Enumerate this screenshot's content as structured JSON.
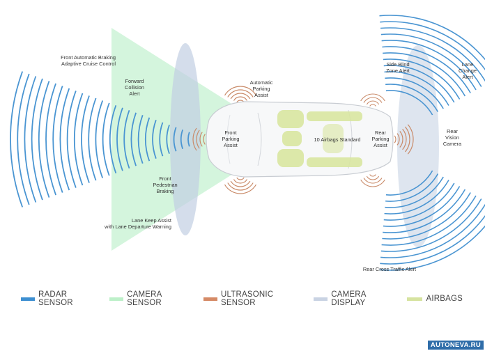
{
  "labels": {
    "front_braking": "Front Automatic Braking\nAdaptive Cruise Control",
    "forward_collision": "Forward\nCollision\nAlert",
    "automatic_parking": "Automatic\nParking\nAssist",
    "side_blind": "Side Blind\nZone Alert",
    "lane_change": "Lane\nChange\nAlert",
    "front_parking": "Front\nParking\nAssist",
    "airbags": "10 Airbags Standard",
    "rear_parking": "Rear\nParking\nAssist",
    "rear_vision": "Rear\nVision\nCamera",
    "front_pedestrian": "Front\nPedestrian\nBraking",
    "lane_keep": "Lane Keep Assist\nwith Lane Departure Warning",
    "rear_cross": "Rear Cross Traffic Alert"
  },
  "legend": [
    {
      "label": "RADAR SENSOR",
      "color": "#3d8fd1"
    },
    {
      "label": "CAMERA SENSOR",
      "color": "#bdf0c9"
    },
    {
      "label": "ULTRASONIC SENSOR",
      "color": "#d58a66"
    },
    {
      "label": "CAMERA DISPLAY",
      "color": "#c9d3e3"
    },
    {
      "label": "AIRBAGS",
      "color": "#d6e3a0"
    }
  ],
  "colors": {
    "radar": "#4a95d2",
    "camera": "#c6f2d1",
    "ultrasonic": "#c98a68",
    "display": "#c2cfe2",
    "airbag": "#d8e6a0"
  },
  "watermark": "AUTONEVA.RU"
}
